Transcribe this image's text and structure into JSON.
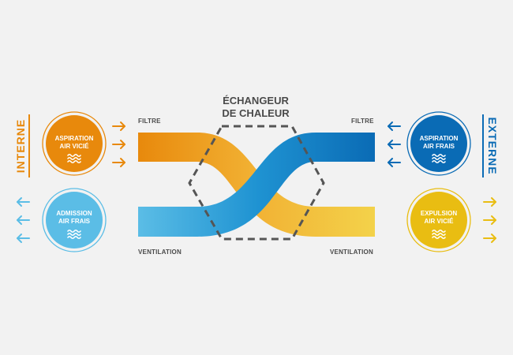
{
  "title_line1": "ÉCHANGEUR",
  "title_line2": "DE CHALEUR",
  "side_left": "INTERNE",
  "side_right": "EXTERNE",
  "labels": {
    "filter_left": "FILTRE",
    "filter_right": "FILTRE",
    "ventilation_left": "VENTILATION",
    "ventilation_right": "VENTILATION"
  },
  "circles": {
    "top_left": {
      "line1": "ASPIRATION",
      "line2": "AIR VICIÉ",
      "icon": "air-waves-icon"
    },
    "bottom_left": {
      "line1": "ADMISSION",
      "line2": "AIR FRAIS",
      "icon": "air-waves-icon"
    },
    "top_right": {
      "line1": "ASPIRATION",
      "line2": "AIR FRAIS",
      "icon": "air-waves-icon"
    },
    "bottom_right": {
      "line1": "EXPULSION",
      "line2": "AIR VICIÉ",
      "icon": "air-waves-icon"
    }
  },
  "colors": {
    "orange": "#e8890c",
    "light_blue": "#5bbde6",
    "dark_blue": "#0a6bb5",
    "yellow": "#e9bd12",
    "background": "#f2f2f2",
    "text": "#4a4a4a"
  }
}
